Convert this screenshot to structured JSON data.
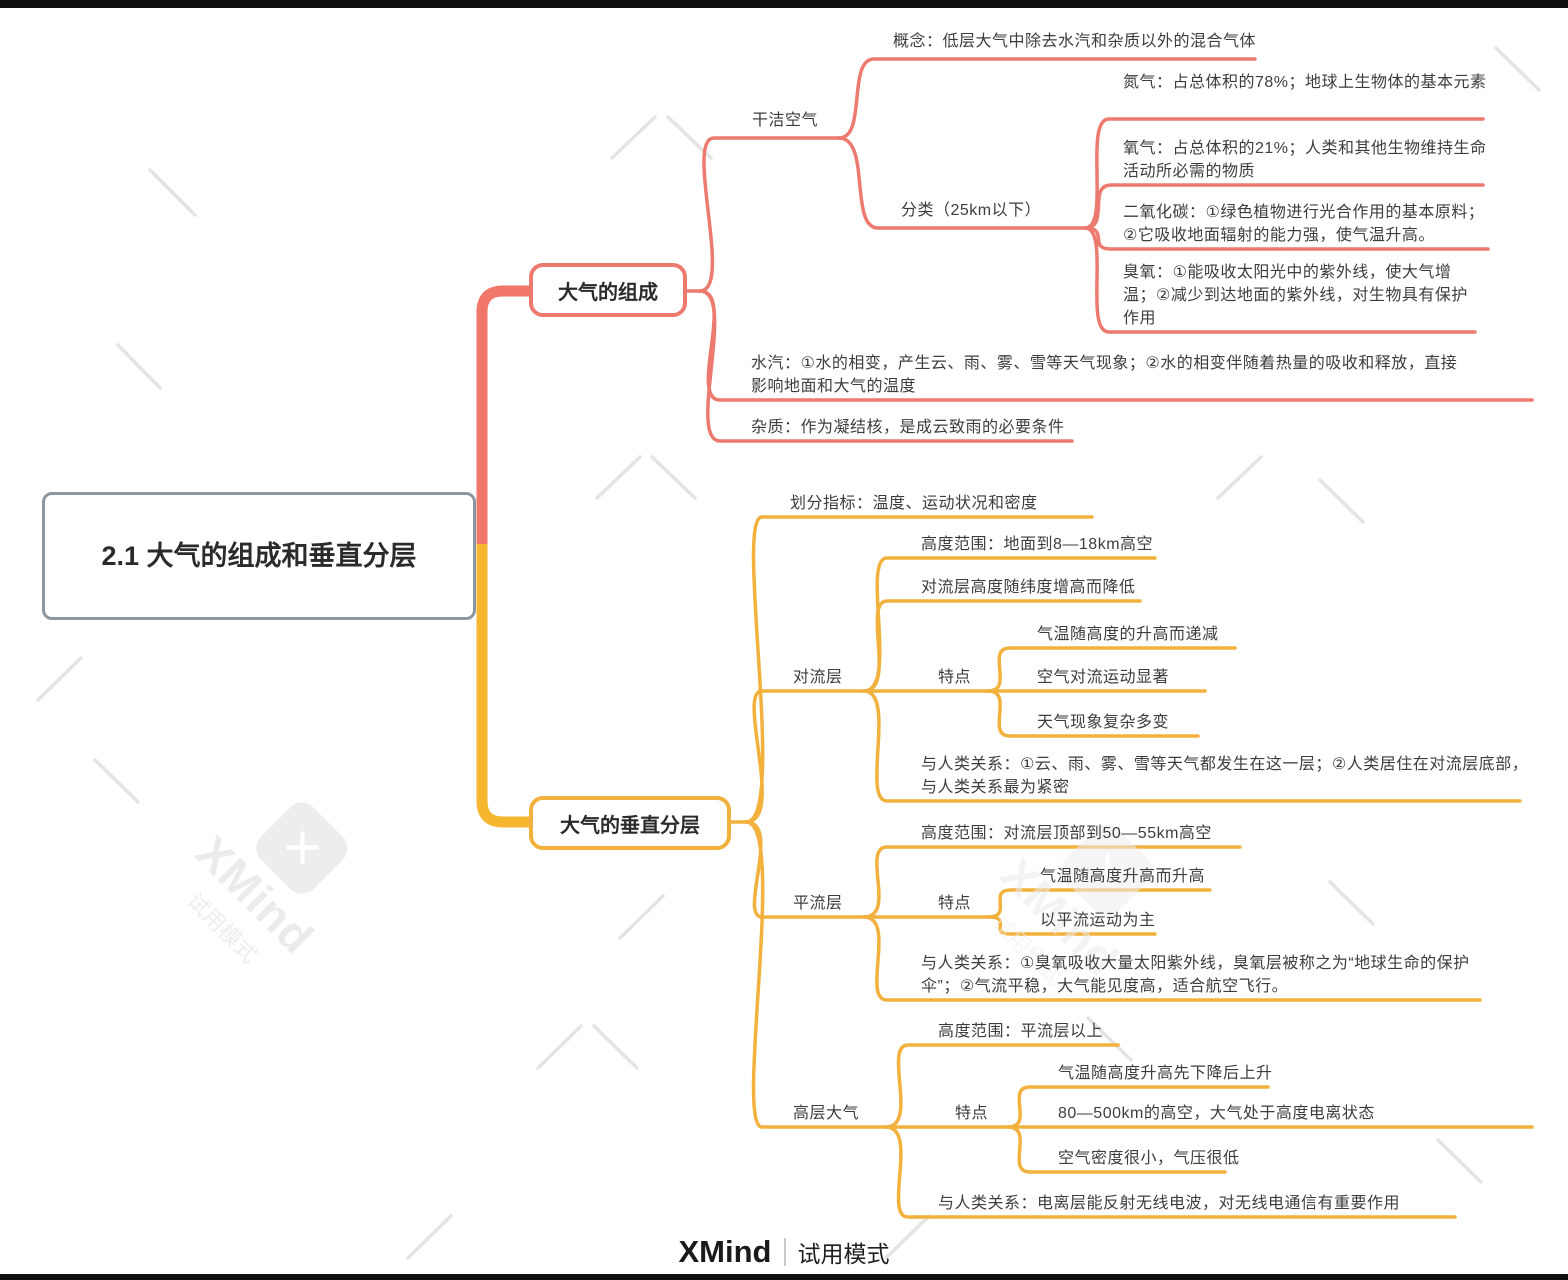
{
  "title": "2.1 大气的组成和垂直分层",
  "colors": {
    "branch1": "#EC7A6E",
    "branch2": "#F2B13D",
    "root_border": "#8D96A3"
  },
  "branches": [
    {
      "label": "大气的组成",
      "children": [
        {
          "label": "干洁空气",
          "children": [
            {
              "label": "概念：低层大气中除去水汽和杂质以外的混合气体"
            },
            {
              "label": "分类（25km以下）",
              "children": [
                {
                  "label": "氮气：占总体积的78%；地球上生物体的基本元素"
                },
                {
                  "label": "氧气：占总体积的21%；人类和其他生物维持生命活动所必需的物质"
                },
                {
                  "label": "二氧化碳：①绿色植物进行光合作用的基本原料；②它吸收地面辐射的能力强，使气温升高。"
                },
                {
                  "label": "臭氧：①能吸收太阳光中的紫外线，使大气增温；②减少到达地面的紫外线，对生物具有保护作用"
                }
              ]
            }
          ]
        },
        {
          "label": "水汽：①水的相变，产生云、雨、雾、雪等天气现象；②水的相变伴随着热量的吸收和释放，直接影响地面和大气的温度"
        },
        {
          "label": "杂质：作为凝结核，是成云致雨的必要条件"
        }
      ]
    },
    {
      "label": "大气的垂直分层",
      "children": [
        {
          "label": "划分指标：温度、运动状况和密度"
        },
        {
          "label": "对流层",
          "children": [
            {
              "label": "高度范围：地面到8—18km高空"
            },
            {
              "label": "对流层高度随纬度增高而降低"
            },
            {
              "label": "特点",
              "children": [
                {
                  "label": "气温随高度的升高而递减"
                },
                {
                  "label": "空气对流运动显著"
                },
                {
                  "label": "天气现象复杂多变"
                }
              ]
            },
            {
              "label": "与人类关系：①云、雨、雾、雪等天气都发生在这一层；②人类居住在对流层底部，与人类关系最为紧密"
            }
          ]
        },
        {
          "label": "平流层",
          "children": [
            {
              "label": "高度范围：对流层顶部到50—55km高空"
            },
            {
              "label": "特点",
              "children": [
                {
                  "label": "气温随高度升高而升高"
                },
                {
                  "label": "以平流运动为主"
                }
              ]
            },
            {
              "label": "与人类关系：①臭氧吸收大量太阳紫外线，臭氧层被称之为“地球生命的保护伞”；②气流平稳，大气能见度高，适合航空飞行。"
            }
          ]
        },
        {
          "label": "高层大气",
          "children": [
            {
              "label": "高度范围：平流层以上"
            },
            {
              "label": "特点",
              "children": [
                {
                  "label": "气温随高度升高先下降后上升"
                },
                {
                  "label": "80—500km的高空，大气处于高度电离状态"
                },
                {
                  "label": "空气密度很小，气压很低"
                }
              ]
            },
            {
              "label": "与人类关系：电离层能反射无线电波，对无线电通信有重要作用"
            }
          ]
        }
      ]
    }
  ],
  "watermark": {
    "brand": "XMind",
    "mode": "试用模式",
    "logo_glyph": "✕"
  },
  "footer": {
    "brand": "XMind",
    "mode": "试用模式"
  }
}
